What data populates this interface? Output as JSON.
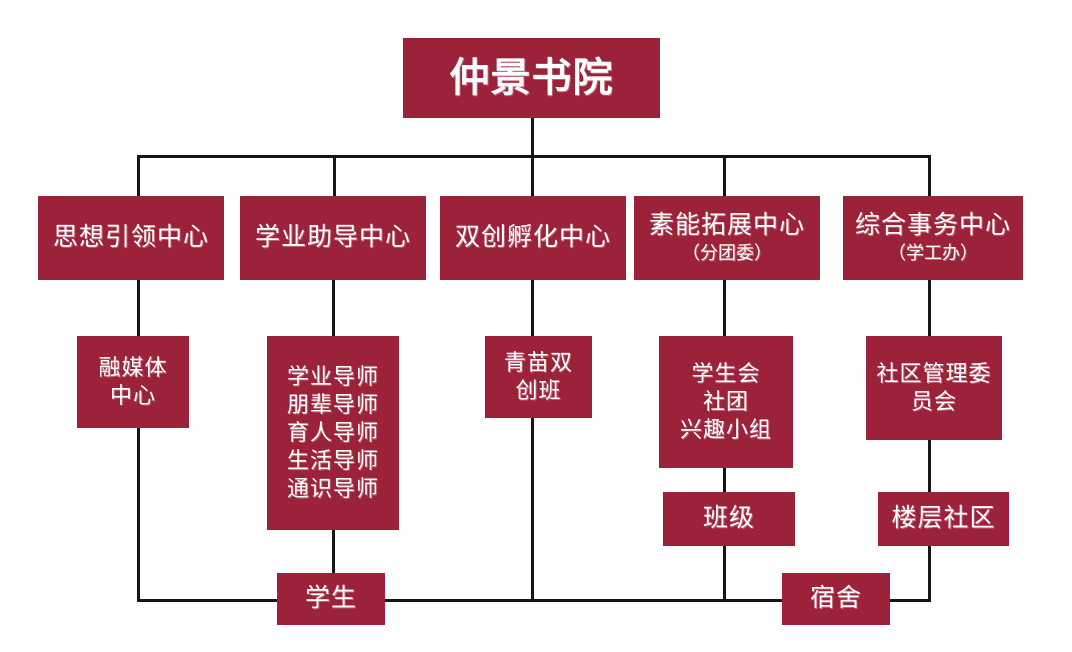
{
  "diagram": {
    "title_node": {
      "label": "仲景书院"
    },
    "level2": [
      {
        "name": "thought-leadership-center",
        "label": "思想引领中心",
        "sub": ""
      },
      {
        "name": "academic-guidance-center",
        "label": "学业助导中心",
        "sub": ""
      },
      {
        "name": "innovation-incubation-center",
        "label": "双创孵化中心",
        "sub": ""
      },
      {
        "name": "competence-development-center",
        "label": "素能拓展中心",
        "sub": "（分团委）"
      },
      {
        "name": "general-affairs-center",
        "label": "综合事务中心",
        "sub": "（学工办）"
      }
    ],
    "level3": [
      {
        "name": "media-center",
        "lines": [
          "融媒体",
          "中心"
        ]
      },
      {
        "name": "mentors-box",
        "lines": [
          "学业导师",
          "朋辈导师",
          "育人导师",
          "生活导师",
          "通识导师"
        ]
      },
      {
        "name": "qingmiao-class",
        "lines": [
          "青苗双",
          "创班"
        ]
      },
      {
        "name": "student-organizations",
        "lines": [
          "学生会",
          "社团",
          "兴趣小组"
        ]
      },
      {
        "name": "community-management-committee",
        "lines": [
          "社区管理委",
          "员会"
        ]
      }
    ],
    "level4": [
      {
        "name": "class-node",
        "lines": [
          "班级"
        ]
      },
      {
        "name": "floor-community-node",
        "lines": [
          "楼层社区"
        ]
      }
    ],
    "level5": [
      {
        "name": "students-node",
        "lines": [
          "学生"
        ]
      },
      {
        "name": "dormitory-node",
        "lines": [
          "宿舍"
        ]
      }
    ],
    "colors": {
      "node_fill": "#9B2239",
      "node_text": "#FFFFFF",
      "connector": "#161616",
      "background": "#FFFFFF"
    }
  }
}
